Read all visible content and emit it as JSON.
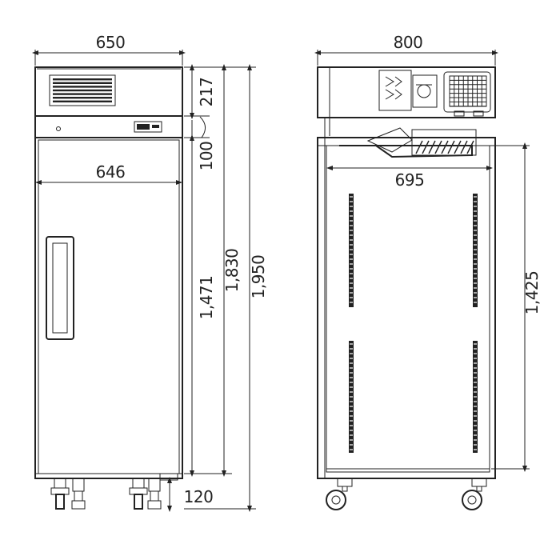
{
  "front_view": {
    "width_overall": "650",
    "width_inner": "646",
    "top_section_height": "217",
    "panel_gap": "100",
    "door_height": "1,471",
    "body_height": "1,830",
    "overall_height": "1,950",
    "leg_height": "120"
  },
  "side_view": {
    "depth_overall": "800",
    "door_depth_open": "695",
    "interior_height": "1,425"
  },
  "colors": {
    "line": "#222222",
    "background": "#ffffff"
  }
}
